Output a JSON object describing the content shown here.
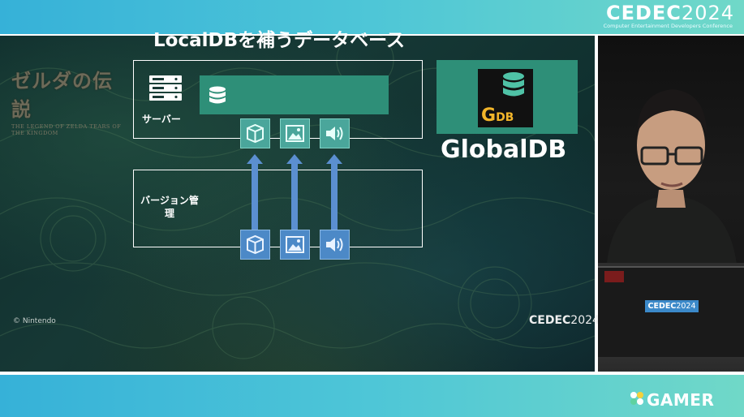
{
  "event": {
    "logo_prefix": "CEDEC",
    "logo_year": "2024",
    "logo_subtitle": "Computer Entertainment Developers Conference"
  },
  "slide": {
    "game_logo_title": "ゼルダの伝説",
    "game_logo_subtitle": "THE LEGEND OF ZELDA TEARS OF THE KINGDOM",
    "title": "LocalDBを補うデータベース",
    "server_label": "サーバー",
    "version_label": "バージョン管理",
    "globaldb": {
      "logo_letter": "G",
      "logo_sub": "DB",
      "label": "GlobalDB"
    },
    "copyright": "© Nintendo",
    "footer_logo_prefix": "CEDEC",
    "footer_logo_year": "2024"
  },
  "camera": {
    "laptop_sticker_prefix": "CEDEC",
    "laptop_sticker_year": "2024"
  },
  "branding": {
    "site_name": "GAMER"
  },
  "colors": {
    "accent_green": "#2e8f78",
    "tile_teal": "#4aa69b",
    "tile_blue": "#4c89c7",
    "arrow_blue": "#5b8fd0",
    "gdb_yellow": "#f2b52a"
  },
  "icons": {
    "server": "server-rack-icon",
    "database": "database-icon",
    "asset_types": [
      "cube-icon",
      "image-icon",
      "speaker-icon"
    ]
  }
}
